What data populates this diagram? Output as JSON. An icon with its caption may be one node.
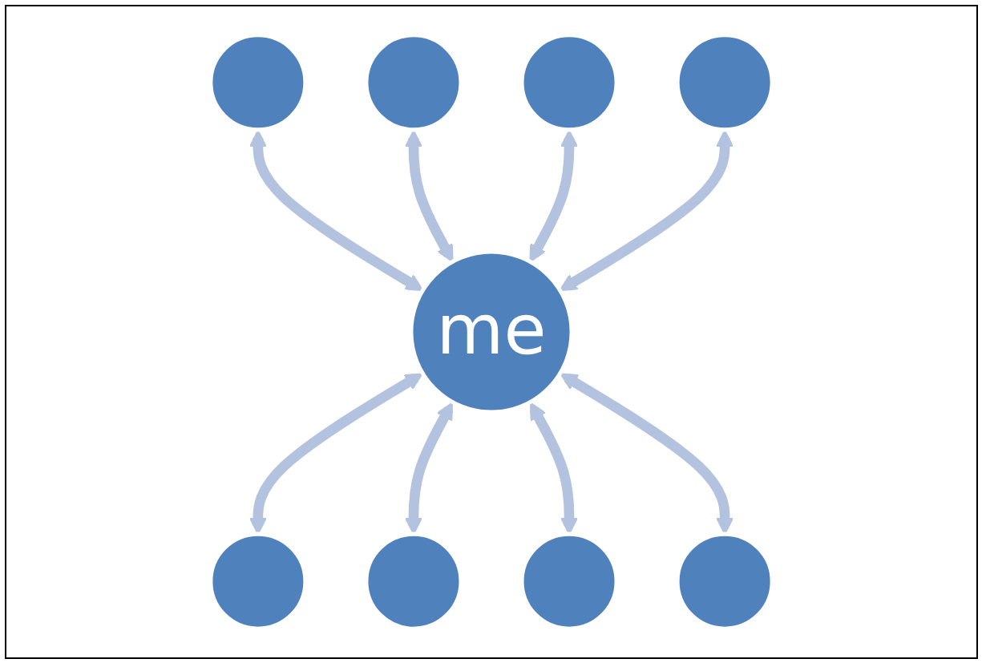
{
  "diagram": {
    "nodes": [
      {
        "text": [],
        "shape": "circle"
      },
      {
        "text": [],
        "shape": "circle"
      },
      {
        "text": [],
        "shape": "circle"
      },
      {
        "text": [],
        "shape": "circle"
      },
      {
        "text": [
          "me"
        ]
      },
      {
        "text": [],
        "shape": "circle"
      },
      {
        "text": [],
        "shape": "circle"
      },
      {
        "text": [],
        "shape": "circle"
      },
      {
        "text": [],
        "shape": "circle"
      }
    ],
    "edges": [
      {
        "from": 0,
        "to": 4,
        "arrow": "both"
      },
      {
        "from": 1,
        "to": 4,
        "arrow": "both"
      },
      {
        "from": 2,
        "to": 4,
        "arrow": "both"
      },
      {
        "from": 3,
        "to": 4,
        "arrow": "both"
      },
      {
        "from": 4,
        "to": 5,
        "arrow": "both"
      },
      {
        "from": 4,
        "to": 6,
        "arrow": "both"
      },
      {
        "from": 4,
        "to": 7,
        "arrow": "both"
      },
      {
        "from": 4,
        "to": 8,
        "arrow": "both"
      }
    ]
  }
}
